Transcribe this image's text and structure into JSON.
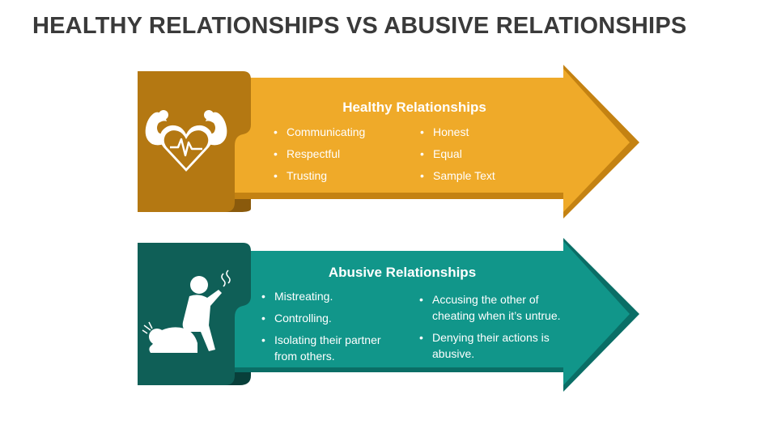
{
  "title": "HEALTHY RELATIONSHIPS VS ABUSIVE RELATIONSHIPS",
  "colors": {
    "healthy_arrow": "#EFAA29",
    "healthy_arrow_dark": "#C48212",
    "healthy_tab": "#B47812",
    "abusive_arrow": "#11968A",
    "abusive_arrow_dark": "#0A6E66",
    "abusive_tab": "#0F5F57"
  },
  "healthy": {
    "icon": "strong-heart-icon",
    "title": "Healthy Relationships",
    "left_items": [
      "Communicating",
      "Respectful",
      "Trusting"
    ],
    "right_items": [
      "Honest",
      "Equal",
      "Sample Text"
    ]
  },
  "abusive": {
    "icon": "abuse-person-icon",
    "title": "Abusive Relationships",
    "left_items": [
      "Mistreating.",
      "Controlling.",
      "Isolating their partner from others."
    ],
    "right_items": [
      "Accusing the other of cheating when it’s untrue.",
      "Denying their actions is abusive."
    ]
  }
}
